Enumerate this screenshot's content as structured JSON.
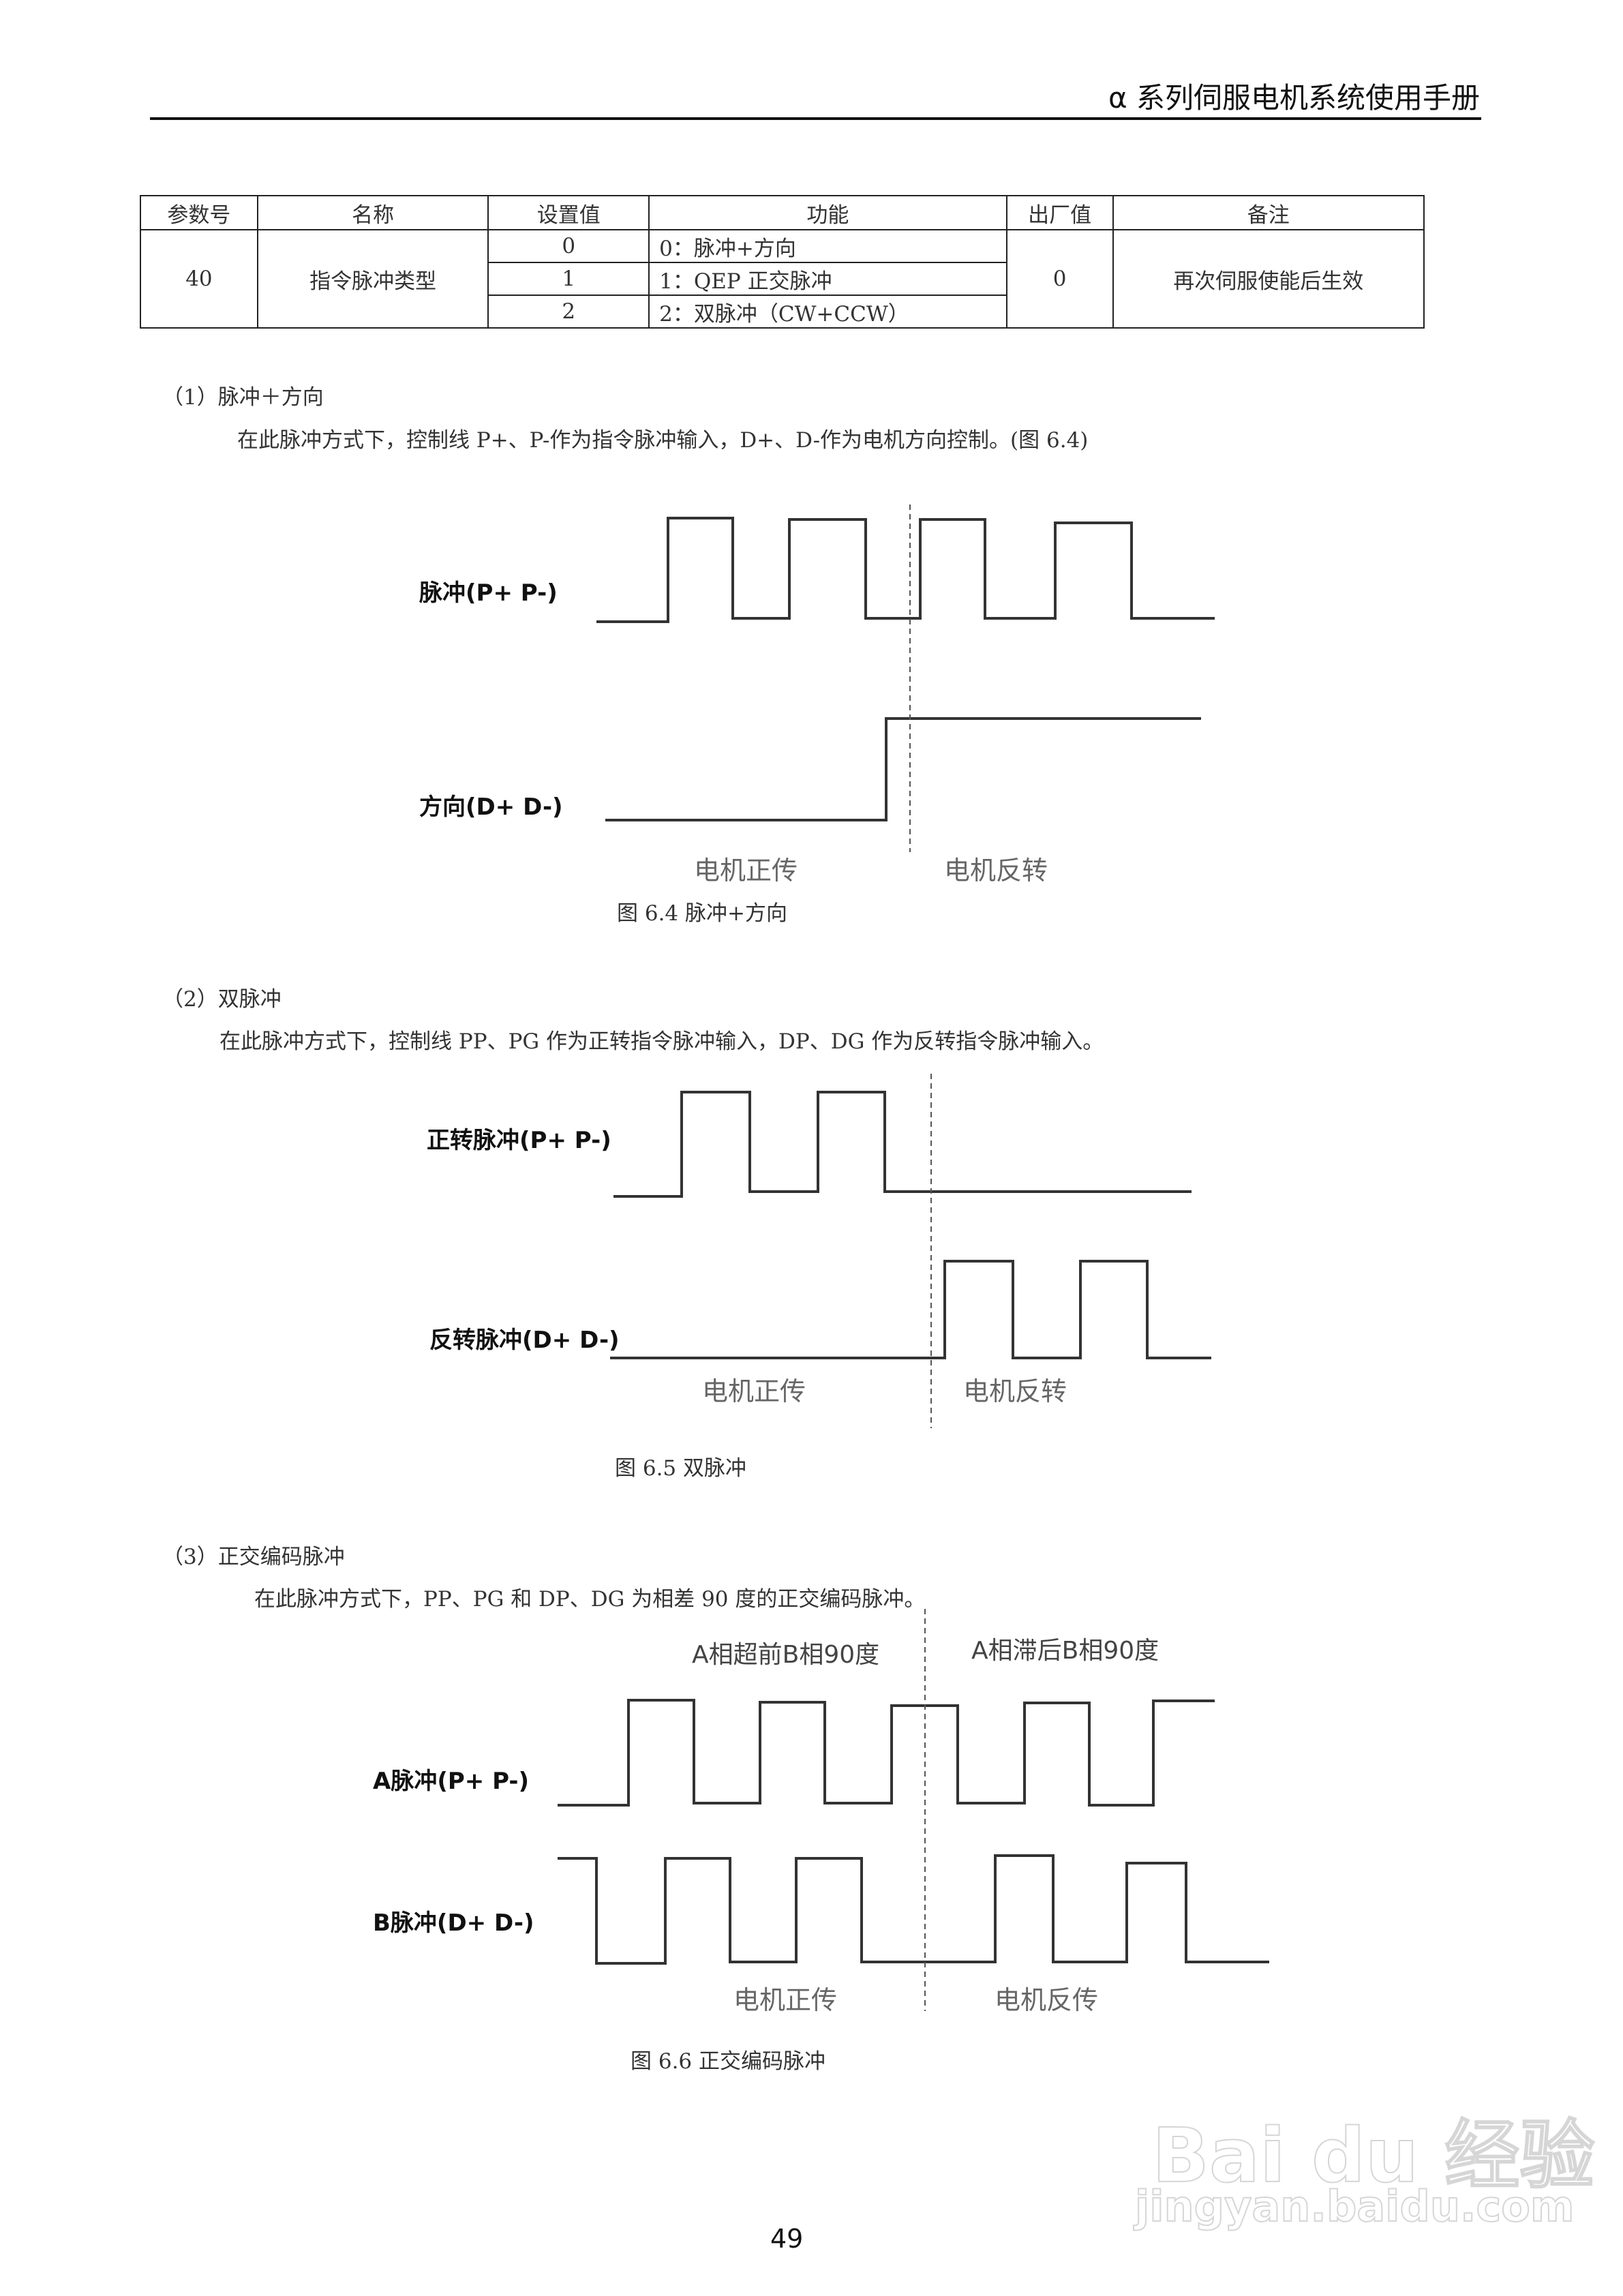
{
  "header": {
    "title": "α 系列伺服电机系统使用手册"
  },
  "table": {
    "headers": [
      "参数号",
      "名称",
      "设置值",
      "功能",
      "出厂值",
      "备注"
    ],
    "param_no": "40",
    "name": "指令脉冲类型",
    "rows": [
      {
        "value": "0",
        "function": "0：脉冲+方向"
      },
      {
        "value": "1",
        "function": "1：QEP 正交脉冲"
      },
      {
        "value": "2",
        "function": "2：双脉冲（CW+CCW）"
      }
    ],
    "default": "0",
    "note": "再次伺服使能后生效"
  },
  "sections": [
    {
      "title": "（1）脉冲＋方向",
      "paragraph": "在此脉冲方式下，控制线 P+、P-作为指令脉冲输入，D+、D-作为电机方向控制。(图 6.4)",
      "figure": {
        "signal_labels": [
          "脉冲(P+ P-)",
          "方向(D+ D-)"
        ],
        "region_labels": [
          "电机正传",
          "电机反转"
        ],
        "caption": "图 6.4 脉冲+方向"
      }
    },
    {
      "title": "（2）双脉冲",
      "paragraph": "在此脉冲方式下，控制线 PP、PG 作为正转指令脉冲输入，DP、DG 作为反转指令脉冲输入。",
      "figure": {
        "signal_labels": [
          "正转脉冲(P+ P-)",
          "反转脉冲(D+ D-)"
        ],
        "region_labels": [
          "电机正传",
          "电机反转"
        ],
        "caption": "图 6.5 双脉冲"
      }
    },
    {
      "title": "（3）正交编码脉冲",
      "paragraph": "在此脉冲方式下，PP、PG 和 DP、DG 为相差 90 度的正交编码脉冲。",
      "figure": {
        "phase_labels": [
          "A相超前B相90度",
          "A相滞后B相90度"
        ],
        "signal_labels": [
          "A脉冲(P+ P-)",
          "B脉冲(D+ D-)"
        ],
        "region_labels": [
          "电机正传",
          "电机反传"
        ],
        "caption": "图 6.6 正交编码脉冲"
      }
    }
  ],
  "footer": {
    "page_number": "49"
  },
  "watermark": {
    "logo": "Bai du 经验",
    "url": "jingyan.baidu.com"
  }
}
